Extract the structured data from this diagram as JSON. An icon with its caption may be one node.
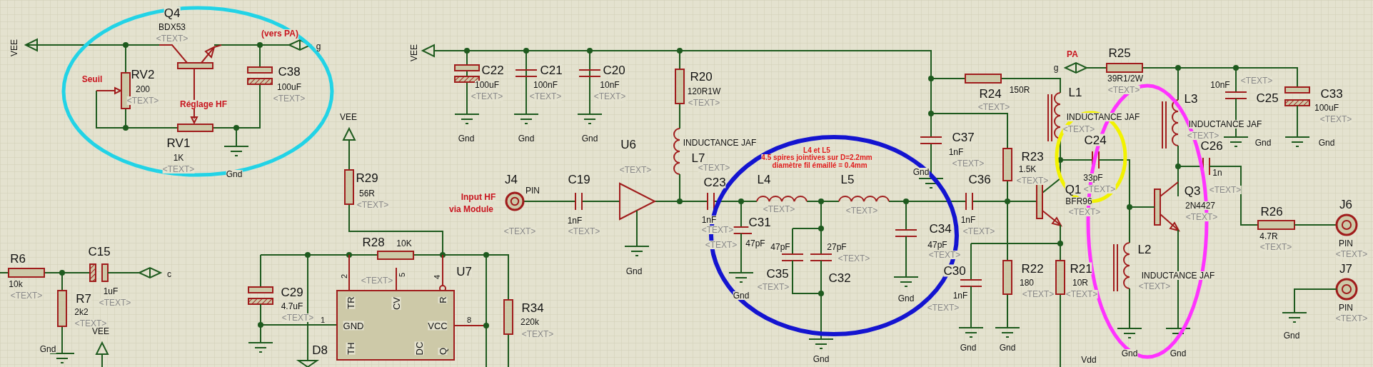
{
  "diagram": {
    "labels": [
      "VEE",
      "Q4",
      "BDX53",
      "<TEXT>",
      "(vers PA)",
      "g",
      "Seuil",
      "RV2",
      "200",
      "<TEXT>",
      "Réglage HF",
      "C38",
      "100uF",
      "<TEXT>",
      "RV1",
      "1K",
      "<TEXT>",
      "Gnd",
      "VEE",
      "C22",
      "100uF",
      "<TEXT>",
      "C21",
      "100nF",
      "<TEXT>",
      "C20",
      "10nF",
      "<TEXT>",
      "R20",
      "120R1W",
      "<TEXT>",
      "Gnd",
      "Gnd",
      "Gnd",
      "VEE",
      "U6",
      "<TEXT>",
      "INDUCTANCE JAF",
      "L7",
      "<TEXT>",
      "L4 et L5",
      "4.5 spires jointives sur D=2.2mm",
      "diamètre fil émaillé = 0.4mm",
      "R29",
      "56R",
      "<TEXT>",
      "Input HF",
      "via Module",
      "J4",
      "PIN",
      "<TEXT>",
      "C19",
      "1nF",
      "<TEXT>",
      "Gnd",
      "C23",
      "1nF",
      "<TEXT>",
      "L4",
      "<TEXT>",
      "L5",
      "<TEXT>",
      "C31",
      "<TEXT>",
      "47pF",
      "47pF",
      "27pF",
      "<TEXT>",
      "C35",
      "C32",
      "<TEXT>",
      "Gnd",
      "Gnd",
      "C34",
      "47pF",
      "<TEXT>",
      "Gnd",
      "C36",
      "1nF",
      "<TEXT>",
      "R24",
      "150R",
      "<TEXT>",
      "C37",
      "1nF",
      "<TEXT>",
      "Gnd",
      "R23",
      "1.5K",
      "<TEXT>",
      "PA",
      "g",
      "R25",
      "39R1/2W",
      "<TEXT>",
      "L1",
      "INDUCTANCE JAF",
      "<TEXT>",
      "C24",
      "33pF",
      "Q1",
      "<TEXT>",
      "BFR96",
      "<TEXT>",
      "L3",
      "INDUCTANCE JAF",
      "<TEXT>",
      "C26",
      "1n",
      "10nF",
      "<TEXT>",
      "C25",
      "Gnd",
      "C33",
      "100uF",
      "<TEXT>",
      "Gnd",
      "Q3",
      "<TEXT>",
      "2N4427",
      "<TEXT>",
      "R26",
      "4.7R",
      "<TEXT>",
      "J6",
      "PIN",
      "<TEXT>",
      "J7",
      "PIN",
      "<TEXT>",
      "Gnd",
      "C30",
      "1nF",
      "<TEXT>",
      "Gnd",
      "R22",
      "180",
      "<TEXT>",
      "Gnd",
      "R21",
      "10R",
      "<TEXT>",
      "Vdd",
      "L2",
      "INDUCTANCE JAF",
      "<TEXT>",
      "Gnd",
      "Gnd",
      "R6",
      "10k",
      "<TEXT>",
      "C15",
      "1uF",
      "<TEXT>",
      "c",
      "R7",
      "2k2",
      "<TEXT>",
      "Gnd",
      "VEE",
      "C29",
      "4.7uF",
      "<TEXT>",
      "1",
      "D8",
      "R28",
      "10K",
      "2",
      "5",
      "<TEXT>",
      "4",
      "U7",
      "TR",
      "CV",
      "R",
      "GND",
      "VCC",
      "TH",
      "DC",
      "Q",
      "8",
      "R34",
      "220k",
      "<TEXT>"
    ]
  }
}
